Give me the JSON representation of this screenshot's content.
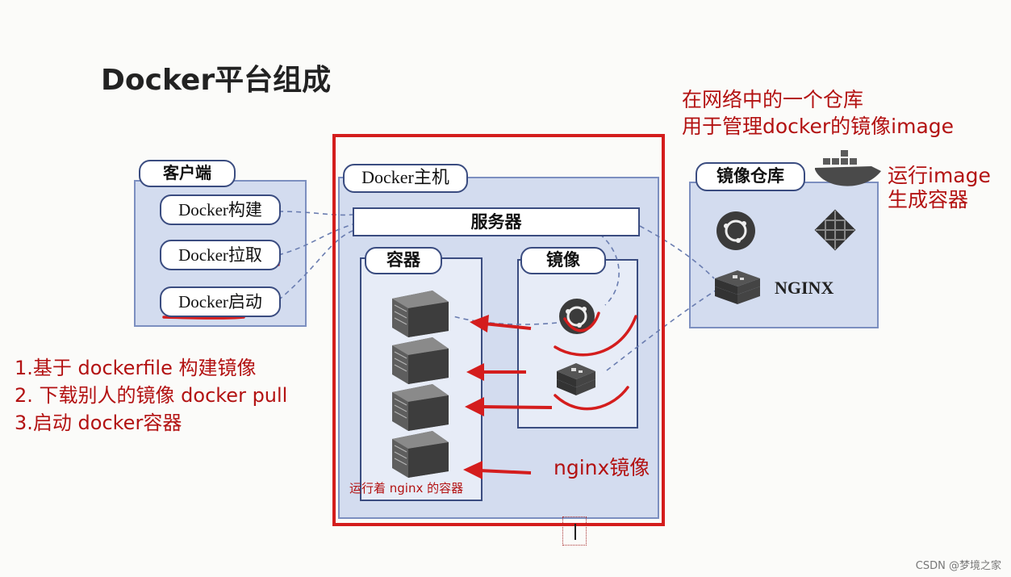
{
  "title": "Docker平台组成",
  "client": {
    "label": "客户端",
    "commands": [
      "Docker构建",
      "Docker拉取",
      "Docker启动"
    ]
  },
  "host": {
    "label": "Docker主机",
    "server": "服务器",
    "containers_label": "容器",
    "images_label": "镜像"
  },
  "registry": {
    "label": "镜像仓库",
    "nginx": "NGINX"
  },
  "annotations": {
    "registry_note_1": "在网络中的一个仓库",
    "registry_note_2": "用于管理docker的镜像image",
    "run_note_1": "运行image",
    "run_note_2": "生成容器",
    "steps": [
      "1.基于 dockerfile 构建镜像",
      "2. 下载别人的镜像 docker pull",
      "3.启动 docker容器"
    ],
    "nginx_image": "nginx镜像",
    "running_container": "运行着 nginx 的容器"
  },
  "watermark": "CSDN @梦境之家",
  "colors": {
    "annotation_red": "#b31212",
    "panel_blue": "#d3dcef",
    "frame_red": "#d41d1d"
  }
}
